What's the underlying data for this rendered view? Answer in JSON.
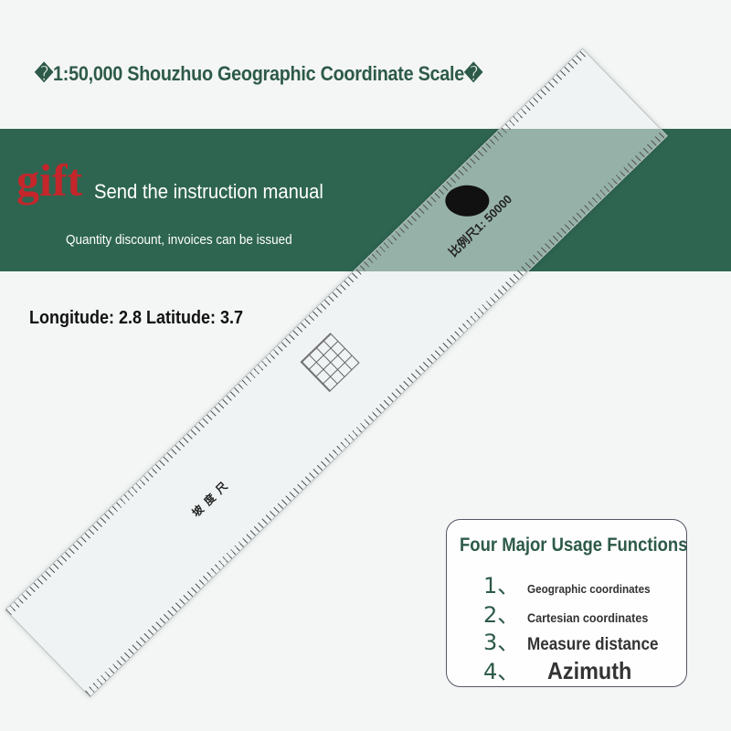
{
  "title": "�1:50,000 Shouzhuo Geographic Coordinate Scale�",
  "banner": {
    "gift": "gift",
    "manual": "Send the instruction manual",
    "discount": "Quantity discount, invoices can be issued",
    "color": "#2e6550",
    "gift_color": "#c4262b"
  },
  "coords": "Longitude: 2.8 Latitude: 3.7",
  "ruler": {
    "scale_label": "比例尺1: 50000",
    "slope_label": "坡度尺"
  },
  "card": {
    "heading": "Four Major Usage Functions",
    "items": [
      {
        "num": "1、",
        "text": "Geographic coordinates"
      },
      {
        "num": "2、",
        "text": "Cartesian coordinates"
      },
      {
        "num": "3、",
        "text": "Measure distance"
      },
      {
        "num": "4、",
        "text": "Azimuth"
      }
    ]
  }
}
